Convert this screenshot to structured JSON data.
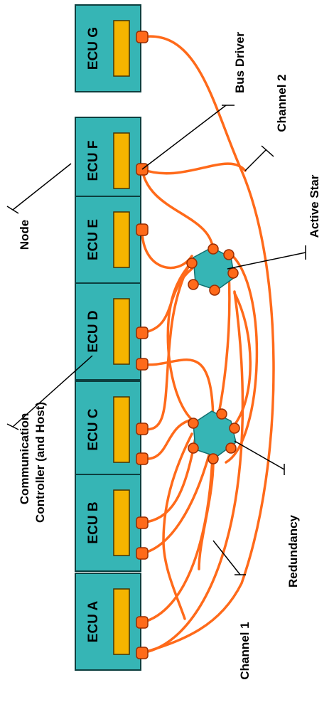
{
  "ecus": [
    {
      "id": "a",
      "label": "ECU  A"
    },
    {
      "id": "b",
      "label": "ECU  B"
    },
    {
      "id": "c",
      "label": "ECU  C"
    },
    {
      "id": "d",
      "label": "ECU  D"
    },
    {
      "id": "e",
      "label": "ECU  E"
    },
    {
      "id": "f",
      "label": "ECU  F"
    },
    {
      "id": "g",
      "label": "ECU  G"
    }
  ],
  "labels": {
    "bus_driver": "Bus Driver",
    "channel2": "Channel 2",
    "active_star": "Active Star",
    "node": "Node",
    "comm_line1": "Communication",
    "comm_line2": "Controller (and Host)",
    "redundancy": "Redundancy",
    "channel1": "Channel 1"
  },
  "colors": {
    "ecu_fill": "#36b5b5",
    "controller_fill": "#f5b400",
    "wire": "#ff6a1a",
    "star_fill": "#36b5b5"
  }
}
